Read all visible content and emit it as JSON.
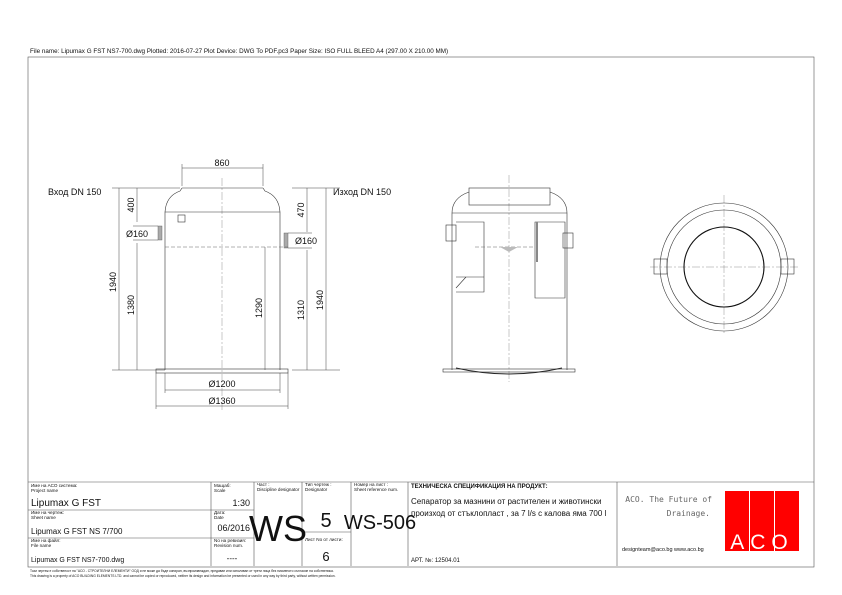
{
  "header": {
    "plot_info": "File name: Lipumax G FST NS7-700.dwg   Plotted: 2016-07-27   Plot Device: DWG To PDF.pc3   Paper Size: ISO FULL BLEED A4 (297.00 X 210.00 MM)"
  },
  "drawing": {
    "inlet_label": "Вход DN 150",
    "outlet_label": "Изход DN 150",
    "dims": {
      "neck_width": "860",
      "inlet_top": "400",
      "outlet_top": "470",
      "inlet_pipe": "Ø160",
      "outlet_pipe": "Ø160",
      "total_left": "1940",
      "total_right": "1940",
      "inlet_height": "1380",
      "outlet_height": "1310",
      "water_level": "1290",
      "body_diameter": "Ø1200",
      "base_diameter": "Ø1360"
    }
  },
  "title_block": {
    "project_label_bg": "Име на АСО система:",
    "project_label_en": "Project name",
    "project_name": "Lipumax G FST",
    "sheet_label_bg": "Име на чертеж:",
    "sheet_label_en": "Sheet name",
    "sheet_name": "Lipumax G FST NS 7/700",
    "file_label_bg": "Име на файл:",
    "file_label_en": "File name",
    "file_name": "Lipumax G FST NS7-700.dwg",
    "scale_label_bg": "Мащаб:",
    "scale_label_en": "Scale",
    "scale": "1:30",
    "date_label_bg": "Дата:",
    "date_label_en": "Date",
    "date": "06/2016",
    "revision_label_bg": "No на ревизия:",
    "revision_label_en": "Revision num.",
    "revision": "----",
    "discipline_label_bg": "Част :",
    "discipline_label_en": "Discipline designator",
    "discipline": "WS",
    "designator_label_bg": "Тип чертеж :",
    "designator_label_en": "Designator",
    "designator": "5",
    "sheet_count_label": "Лист No от листи:",
    "sheet_count": "6",
    "sheet_ref_label_bg": "Номер на лист :",
    "sheet_ref_label_en": "Sheet reference num.",
    "sheet_ref": "WS-506",
    "spec_title": "ТЕХНИЧЕСКА СПЕЦИФИКАЦИЯ НА ПРОДУКТ:",
    "spec_line1": "Сепаратор за мазнини от растителен и животински",
    "spec_line2": "произход от стъклопласт , за 7 l/s с калова яма 700 l",
    "article": "АРТ. №: 12504.01",
    "slogan_line1": "ACO. The Future of",
    "slogan_line2": "Drainage.",
    "contact": "designteam@aco.bg  www.aco.bg",
    "logo_text": "ACO",
    "logo_color": "#ff0000"
  },
  "footer": {
    "line1": "Този чертеж е собственост на \"АСО - СТРОИТЕЛНИ ЕЛЕМЕНТИ\" ООД и не може да бъде копиран, възпроизвеждан, предаван или използван от трети лица без писменото съгласие на собственика.",
    "line2": "This drawing is a property of ACO BUILDING ELEMENTS LTD. and cannot be copied or reproduced, neither its design and information be presented or used in any way by third party, without written permission."
  }
}
